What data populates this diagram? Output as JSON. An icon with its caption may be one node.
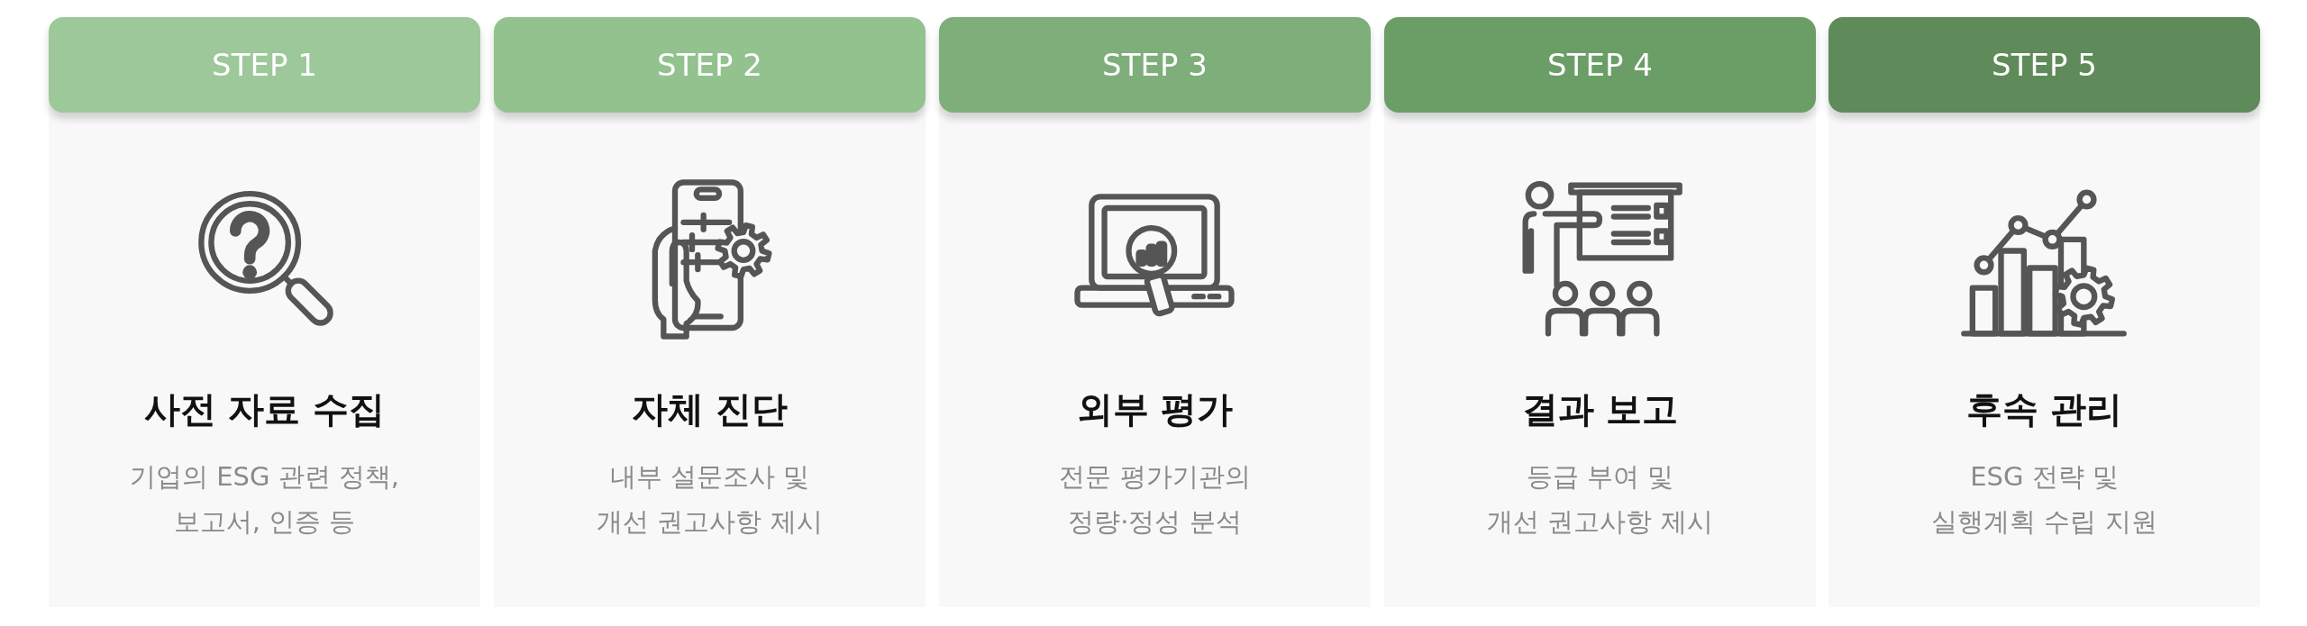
{
  "diagram": {
    "nodes": [
      {
        "text": [
          "STEP 1",
          "사전 자료 수집",
          "기업의 ESG 관련 정책, 보고서, 인증 등"
        ]
      },
      {
        "text": [
          "STEP 2",
          "자체 진단",
          "내부 설문조사 및 개선 권고사항 제시"
        ]
      },
      {
        "text": [
          "STEP 3",
          "외부 평가",
          "전문 평가기관의 정량·정성 분석"
        ]
      },
      {
        "text": [
          "STEP 4",
          "결과 보고",
          "등급 부여 및 개선 권고사항 제시"
        ]
      },
      {
        "text": [
          "STEP 5",
          "후속 관리",
          "ESG 전략 및 실행계획 수립 지원"
        ]
      }
    ]
  }
}
